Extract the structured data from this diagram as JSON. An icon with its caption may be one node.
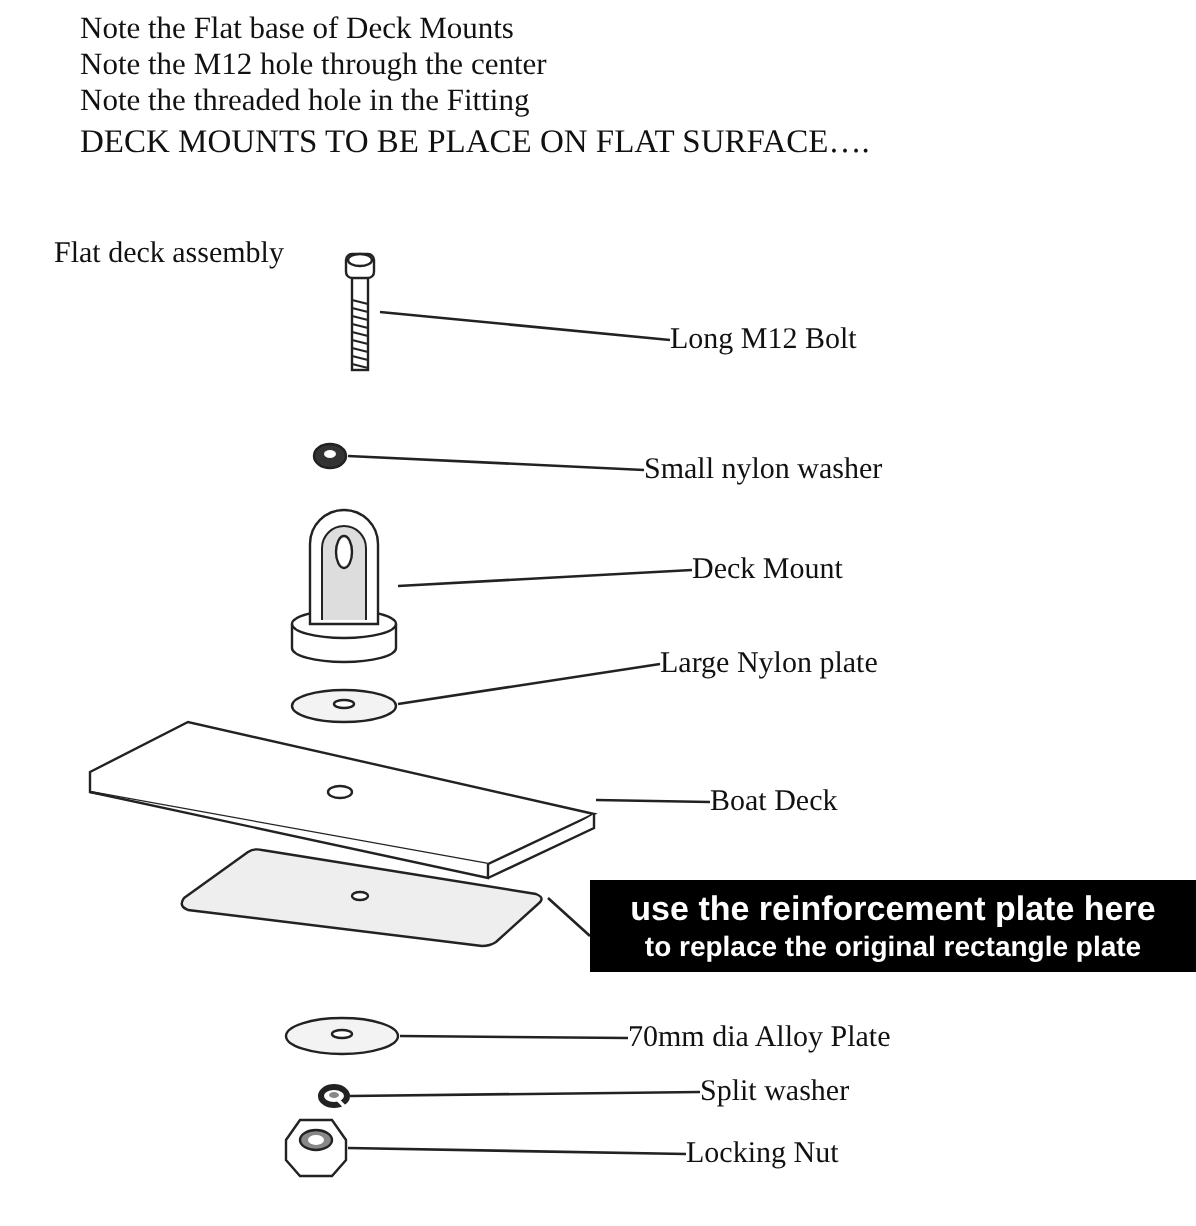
{
  "diagram": {
    "nodes": [
      {
        "text": [
          "Long M12 Bolt"
        ]
      },
      {
        "text": [],
        "shape": "picture"
      },
      {
        "text": [
          "Small nylon washer"
        ]
      },
      {
        "text": [],
        "shape": "picture"
      },
      {
        "text": [
          "Deck Mount"
        ]
      },
      {
        "text": [],
        "shape": "picture"
      },
      {
        "text": [
          "Large Nylon plate"
        ]
      },
      {
        "text": [],
        "shape": "picture"
      },
      {
        "text": [
          "Boat Deck"
        ]
      },
      {
        "text": [],
        "shape": "picture"
      },
      {
        "text": [
          "use the reinforcement plate here",
          "to replace the original rectangle plate"
        ]
      },
      {
        "text": [],
        "shape": "picture"
      },
      {
        "text": [
          "70mm dia Alloy Plate"
        ]
      },
      {
        "text": [],
        "shape": "picture"
      },
      {
        "text": [
          "Split washer"
        ]
      },
      {
        "text": [],
        "shape": "picture"
      },
      {
        "text": [
          "Locking Nut"
        ]
      },
      {
        "text": [],
        "shape": "picture"
      }
    ],
    "edges": [
      {
        "from": 0,
        "to": 1,
        "arrow": "none"
      },
      {
        "from": 2,
        "to": 3,
        "arrow": "none"
      },
      {
        "from": 4,
        "to": 5,
        "arrow": "none"
      },
      {
        "from": 6,
        "to": 7,
        "arrow": "none"
      },
      {
        "from": 8,
        "to": 9,
        "arrow": "none"
      },
      {
        "from": 10,
        "to": 11,
        "arrow": "none"
      },
      {
        "from": 12,
        "to": 13,
        "arrow": "none"
      },
      {
        "from": 14,
        "to": 15,
        "arrow": "none"
      },
      {
        "from": 16,
        "to": 17,
        "arrow": "none"
      }
    ],
    "labels": [
      "Note the Flat base of Deck Mounts",
      "Note the M12 hole through the center",
      "Note the threaded hole in the Fitting",
      "DECK MOUNTS TO BE PLACE ON FLAT SURFACE….",
      "Flat deck assembly"
    ]
  }
}
